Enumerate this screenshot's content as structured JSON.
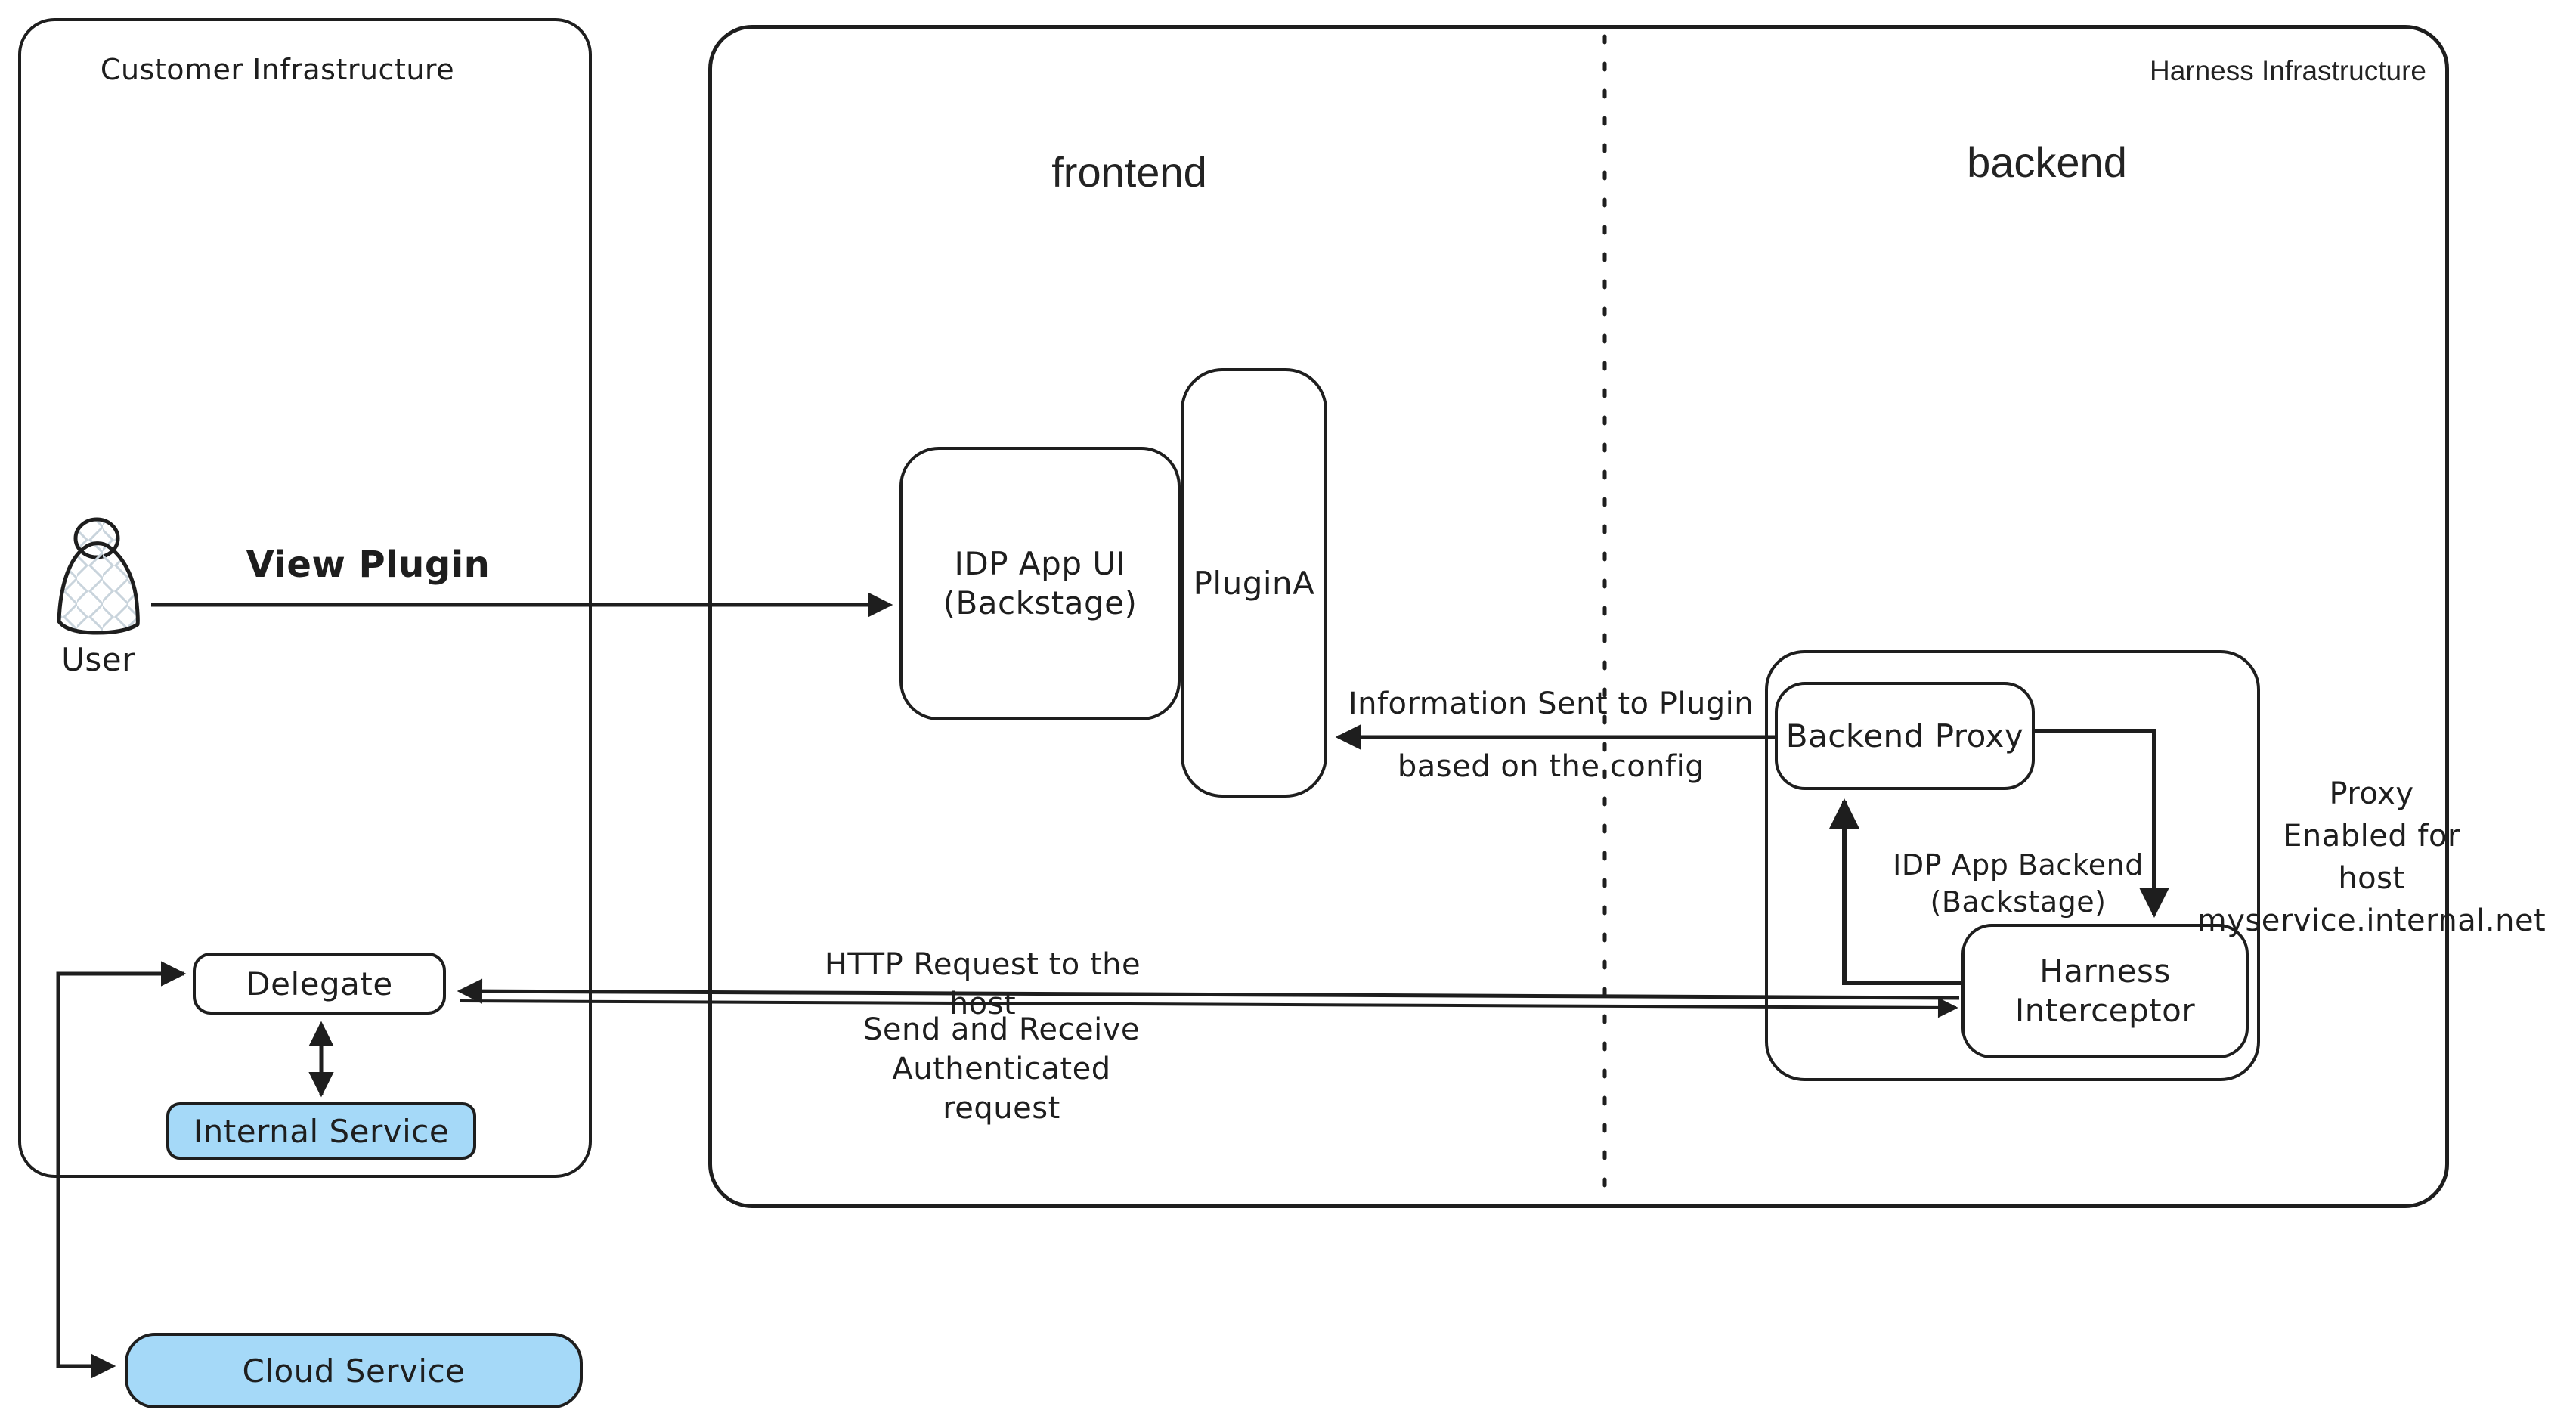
{
  "diagram": {
    "regions": {
      "customer": {
        "label": "Customer Infrastructure"
      },
      "harness": {
        "label": "Harness Infrastructure"
      },
      "frontend_section": {
        "label": "frontend"
      },
      "backend_section": {
        "label": "backend"
      }
    },
    "nodes": {
      "user": {
        "label": "User",
        "icon": "person-icon"
      },
      "idp_app_ui": {
        "line1": "IDP App UI",
        "line2": "(Backstage)"
      },
      "plugin_a": {
        "label": "PluginA"
      },
      "backend_proxy": {
        "label": "Backend Proxy"
      },
      "idp_app_backend": {
        "line1": "IDP App Backend",
        "line2": "(Backstage)"
      },
      "harness_interceptor": {
        "line1": "Harness",
        "line2": "Interceptor"
      },
      "delegate": {
        "label": "Delegate"
      },
      "internal_service": {
        "label": "Internal Service"
      },
      "cloud_service": {
        "label": "Cloud Service"
      }
    },
    "edge_labels": {
      "view_plugin": {
        "label": "View Plugin"
      },
      "info_sent": {
        "line1": "Information Sent to Plugin",
        "line2": "based on the config"
      },
      "http_request": {
        "label": "HTTP Request to the host"
      },
      "send_receive": {
        "line1": "Send and Receive Authenticated",
        "line2": "request"
      },
      "proxy_enabled": {
        "line1": "Proxy",
        "line2": "Enabled for",
        "line3": "host myservice.internal.net"
      }
    },
    "colors": {
      "stroke": "#1e1e1e",
      "service_fill": "#a5d9f8",
      "hatch": "#c9d4dc",
      "background": "#ffffff"
    }
  }
}
